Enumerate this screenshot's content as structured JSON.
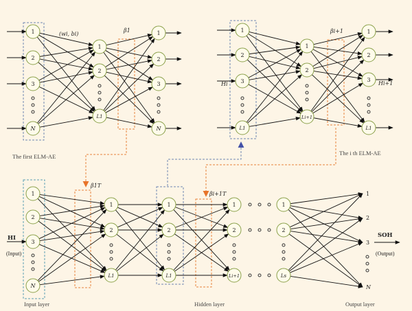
{
  "colors": {
    "background": "#fdf5e6",
    "node_stroke": "#8aa04a",
    "node_fill": "#fffbea",
    "line": "#111111",
    "dashed_blue": "#6f86b3",
    "dashed_orange": "#e8843c",
    "arrow_blue": "#4452a8",
    "arrow_orange": "#e8742a"
  },
  "top_left": {
    "input_nodes": [
      "1",
      "2",
      "3",
      "N"
    ],
    "hidden_nodes": [
      "1",
      "2",
      "L1"
    ],
    "output_nodes": [
      "1",
      "2",
      "3",
      "N"
    ],
    "weight_label": "(wi, bi)",
    "beta_label": "β1",
    "caption": "The first ELM-AE"
  },
  "top_right": {
    "input_nodes": [
      "1",
      "2",
      "3",
      "L1"
    ],
    "hidden_nodes": [
      "1",
      "2",
      "Li+1"
    ],
    "output_nodes": [
      "1",
      "2",
      "3",
      "L1"
    ],
    "hi_label": "Hi",
    "hi1_label": "Hi+1",
    "beta_label": "βi+1",
    "caption": "The i th ELM-AE"
  },
  "bottom": {
    "input_nodes": [
      "1",
      "2",
      "3",
      "N"
    ],
    "h1_nodes": [
      "1",
      "2",
      "L1"
    ],
    "h2_nodes": [
      "1",
      "2",
      "L1"
    ],
    "h3_nodes": [
      "1",
      "2",
      "Li+1"
    ],
    "h4_nodes": [
      "1",
      "2",
      "Ls"
    ],
    "output_labels": [
      "1",
      "2",
      "3",
      "N"
    ],
    "beta1T_label": "β1T",
    "betaiT_label": "βi+1T",
    "hi_text": "HI",
    "input_text": "(Input)",
    "soh_text": "SOH",
    "output_text": "(Output)",
    "input_layer_label": "Input layer",
    "hidden_layer_label": "Hidden layer",
    "output_layer_label": "Output layer"
  }
}
